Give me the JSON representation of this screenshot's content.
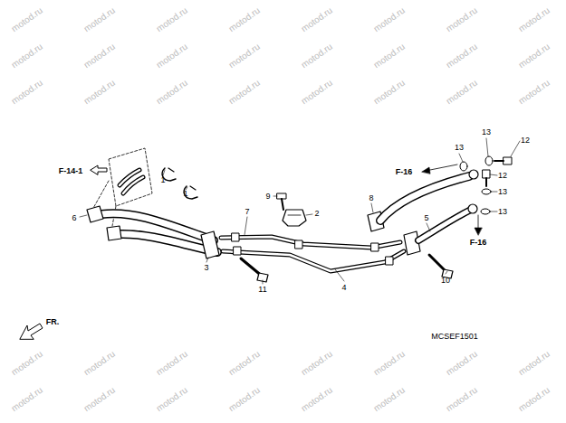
{
  "diagram": {
    "labels": [
      "13",
      "12",
      "13",
      "1",
      "F-14-1",
      "F-16",
      "1",
      "12",
      "13",
      "9",
      "8",
      "7",
      "2",
      "13",
      "6",
      "5",
      "F-16",
      "3",
      "10",
      "4",
      "11",
      "FR.",
      "MCSEF1501",
      "motod.ru",
      "motod.ru",
      "motod.ru",
      "motod.ru",
      "motod.ru",
      "motod.ru",
      "motod.ru",
      "motod.ru",
      "motod.ru",
      "motod.ru",
      "motod.ru",
      "motod.ru",
      "motod.ru",
      "motod.ru",
      "motod.ru",
      "motod.ru",
      "motod.ru",
      "motod.ru",
      "motod.ru",
      "motod.ru",
      "motod.ru",
      "motod.ru",
      "motod.ru",
      "motod.ru",
      "motod.ru",
      "motod.ru",
      "motod.ru",
      "motod.ru",
      "motod.ru",
      "motod.ru",
      "motod.ru",
      "motod.ru",
      "motod.ru",
      "motod.ru",
      "motod.ru",
      "motod.ru",
      "motod.ru",
      "motod.ru",
      "motod.ru",
      "motod.ru"
    ]
  }
}
